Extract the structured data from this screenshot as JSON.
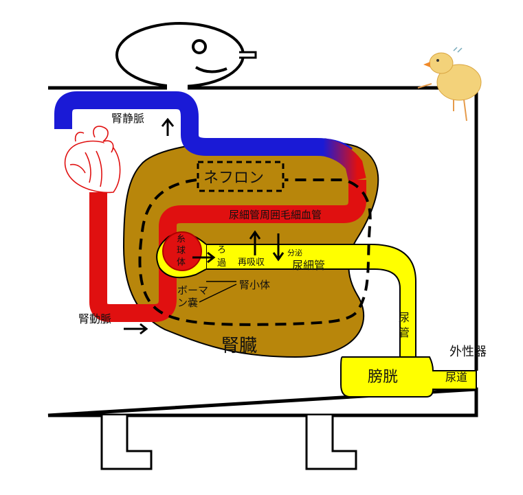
{
  "labels": {
    "renal_vein": "腎静脈",
    "nephron": "ネフロン",
    "peritubular_capillary": "尿細管周囲毛細血管",
    "glomerulus_1": "糸",
    "glomerulus_2": "球",
    "glomerulus_3": "体",
    "filtration_1": "ろ",
    "filtration_2": "過",
    "reabsorption": "再吸収",
    "secretion": "分泌",
    "renal_tubule": "尿細管",
    "bowman_1": "ボーマ",
    "bowman_2": "ン嚢",
    "renal_corpuscle": "腎小体",
    "renal_artery": "腎動脈",
    "kidney": "腎臓",
    "ureter_1": "尿",
    "ureter_2": "管",
    "bladder": "膀胱",
    "urethra": "尿道",
    "external_genitalia": "外性器"
  },
  "colors": {
    "vein": "#1a1ad6",
    "artery": "#e01010",
    "kidney": "#b8860b",
    "urine": "#ffff00",
    "outline": "#000000"
  }
}
